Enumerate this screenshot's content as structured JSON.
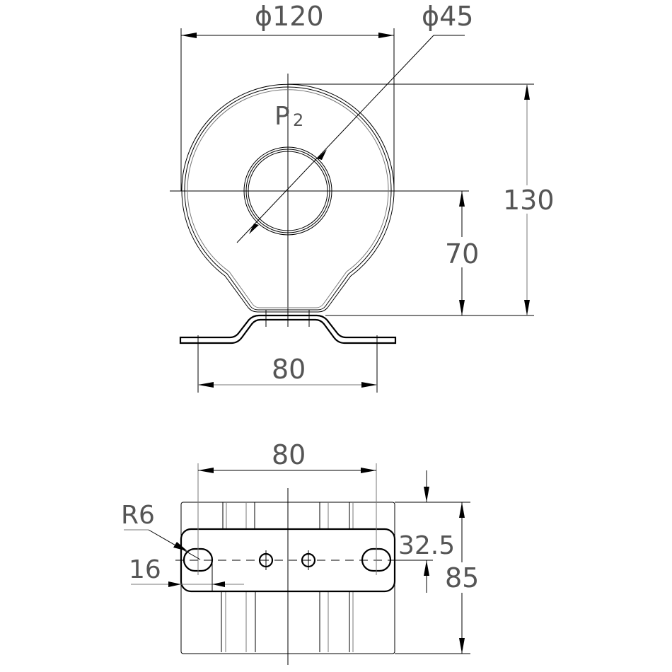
{
  "drawing": {
    "front_view": {
      "outer_diameter_label": "ϕ120",
      "inner_diameter_label": "ϕ45",
      "terminal_marker": "P",
      "terminal_marker_sub": "2",
      "overall_height_label": "130",
      "center_height_label": "70",
      "mounting_span_label": "80"
    },
    "bottom_view": {
      "mounting_span_label": "80",
      "slot_radius_label": "R6",
      "slot_width_label": "16",
      "slot_offset_label": "32.5",
      "overall_depth_label": "85"
    },
    "colors": {
      "line": "#000000",
      "text": "#555555",
      "background": "#ffffff"
    }
  }
}
